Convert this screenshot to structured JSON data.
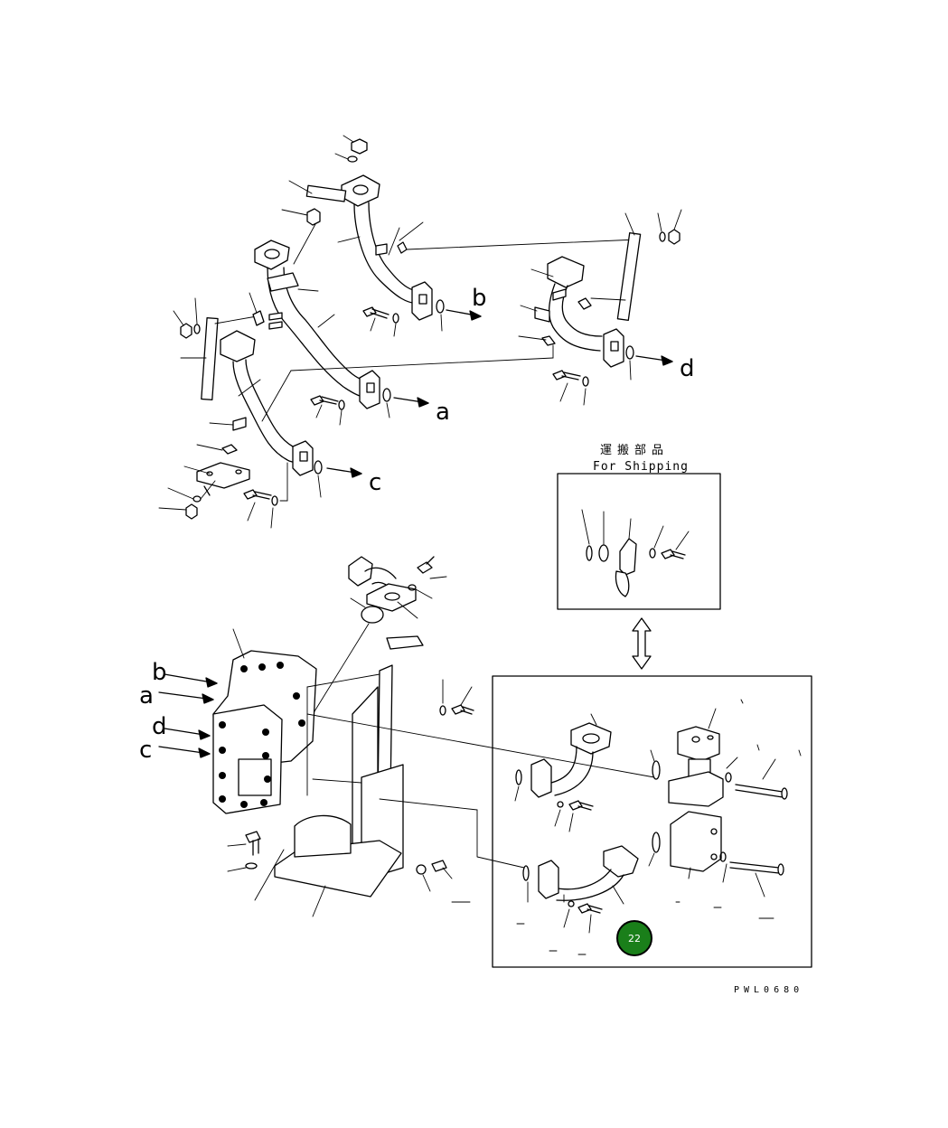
{
  "callouts": {
    "upper_b": "b",
    "upper_a": "a",
    "upper_c": "c",
    "upper_d": "d",
    "side_b": "b",
    "side_a": "a",
    "side_d": "d",
    "side_c": "c"
  },
  "shipping_box": {
    "title_jp": "運搬部品",
    "title_en": "For Shipping"
  },
  "badge": {
    "number": "22",
    "color": "#1a7f1a",
    "ring_color": "#000000"
  },
  "drawing_code": "PWL0680"
}
